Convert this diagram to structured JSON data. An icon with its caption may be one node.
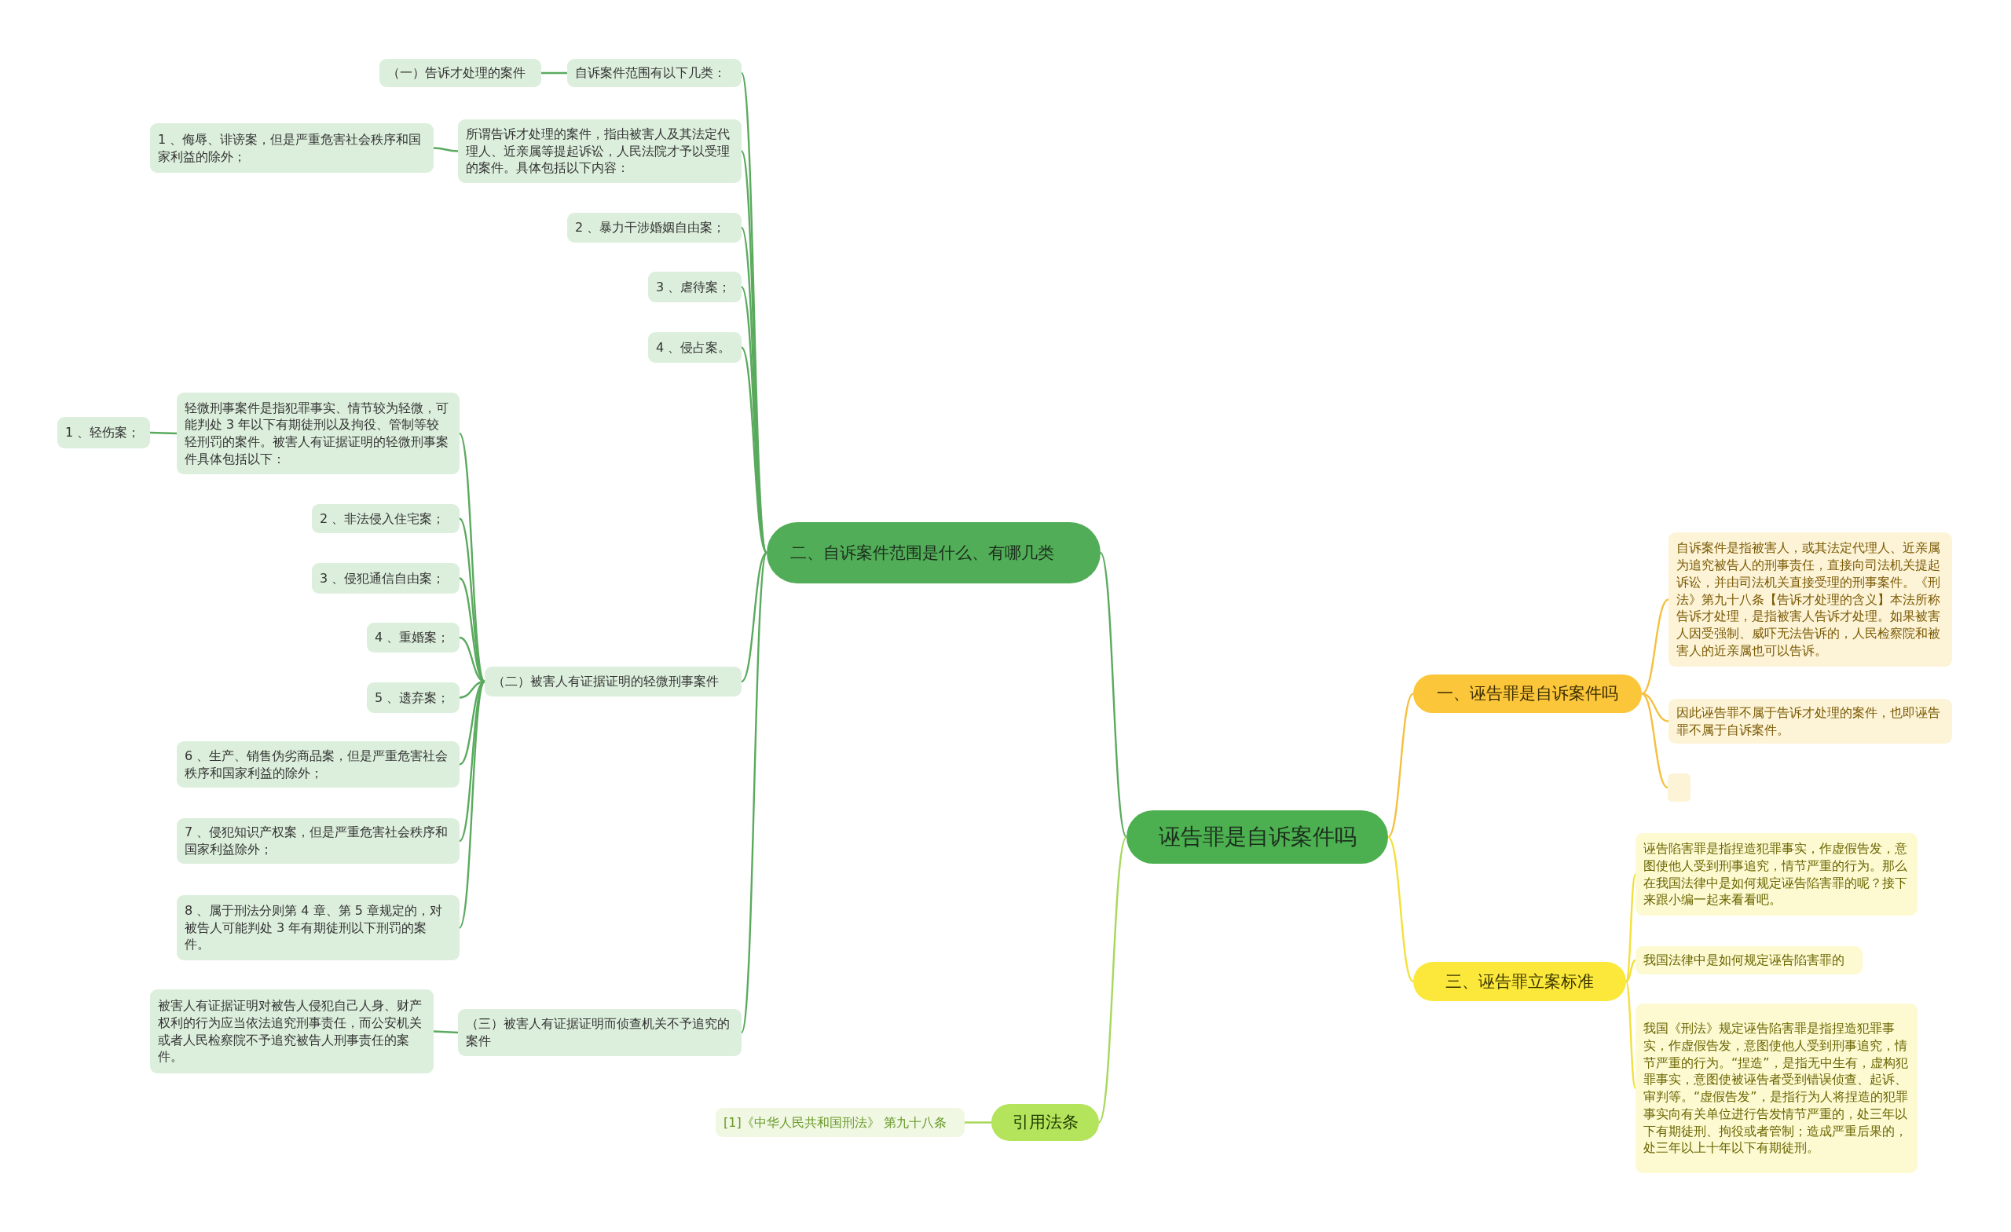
{
  "diagram": {
    "nodes": [
      {
        "text": [
          "诬告罪是自诉案件吗"
        ]
      },
      {
        "text": [
          "一、诬告罪是自诉案件吗"
        ]
      },
      {
        "text": [
          "自诉案件是指被害人，或其法定代理人、近亲属为追究被告人的刑事责任，直接向司法机关提起诉讼，并由司法机关直接受理的刑事案件。《刑法》第九十八条【告诉才处理的含义】本法所称告诉才处理，是指被害人告诉才处理。如果被害人因受强制、威吓无法告诉的，人民检察院和被害人的近亲属也可以告诉。"
        ]
      },
      {
        "text": [
          "因此诬告罪不属于告诉才处理的案件，也即诬告罪不属于自诉案件。"
        ]
      },
      {
        "text": [],
        "shape": "box"
      },
      {
        "text": [
          "三、诬告罪立案标准"
        ]
      },
      {
        "text": [
          "诬告陷害罪是指捏造犯罪事实，作虚假告发，意图使他人受到刑事追究，情节严重的行为。那么在我国法律中是如何规定诬告陷害罪的呢？接下来跟小编一起来看看吧。"
        ]
      },
      {
        "text": [
          "我国法律中是如何规定诬告陷害罪的"
        ]
      },
      {
        "text": [
          "我国《刑法》规定诬告陷害罪是指捏造犯罪事实，作虚假告发，意图使他人受到刑事追究，情节严重的行为。“捏造”，是指无中生有，虚构犯罪事实，意图使被诬告者受到错误侦查、起诉、审判等。“虚假告发”，是指行为人将捏造的犯罪事实向有关单位进行告发情节严重的，处三年以下有期徒刑、拘役或者管制；造成严重后果的，处三年以上十年以下有期徒刑。"
        ]
      },
      {
        "text": [
          "二、自诉案件范围是什么、有哪几类"
        ]
      },
      {
        "text": [
          "自诉案件范围有以下几类："
        ]
      },
      {
        "text": [
          "（一）告诉才处理的案件"
        ]
      },
      {
        "text": [
          "所谓告诉才处理的案件，指由被害人及其法定代理人、近亲属等提起诉讼，人民法院才予以受理的案件。具体包括以下内容："
        ]
      },
      {
        "text": [
          "1 、侮辱、诽谤案，但是严重危害社会秩序和国家利益的除外；"
        ]
      },
      {
        "text": [
          "2 、暴力干涉婚姻自由案；"
        ]
      },
      {
        "text": [
          "3 、虐待案；"
        ]
      },
      {
        "text": [
          "4 、侵占案。"
        ]
      },
      {
        "text": [
          "（二）被害人有证据证明的轻微刑事案件"
        ]
      },
      {
        "text": [
          "轻微刑事案件是指犯罪事实、情节较为轻微，可能判处 3 年以下有期徒刑以及拘役、管制等较轻刑罚的案件。被害人有证据证明的轻微刑事案件具体包括以下："
        ]
      },
      {
        "text": [
          "1 、轻伤案；"
        ]
      },
      {
        "text": [
          "2 、非法侵入住宅案；"
        ]
      },
      {
        "text": [
          "3 、侵犯通信自由案；"
        ]
      },
      {
        "text": [
          "4 、重婚案；"
        ]
      },
      {
        "text": [
          "5 、遗弃案；"
        ]
      },
      {
        "text": [
          "6 、生产、销售伪劣商品案，但是严重危害社会秩序和国家利益的除外；"
        ]
      },
      {
        "text": [
          "7 、侵犯知识产权案，但是严重危害社会秩序和国家利益除外；"
        ]
      },
      {
        "text": [
          "8 、属于刑法分则第 4 章、第 5 章规定的，对被告人可能判处 3 年有期徒刑以下刑罚的案件。"
        ]
      },
      {
        "text": [
          "（三）被害人有证据证明而侦查机关不予追究的案件"
        ]
      },
      {
        "text": [
          "被害人有证据证明对被告人侵犯自己人身、财产权利的行为应当依法追究刑事责任，而公安机关或者人民检察院不予追究被告人刑事责任的案件。"
        ]
      },
      {
        "text": [
          "引用法条"
        ]
      },
      {
        "text": [
          "[1]《中华人民共和国刑法》 第九十八条"
        ]
      }
    ],
    "edges": [
      {
        "from": 0,
        "to": 1,
        "arrow": "none",
        "color": "#f5c040"
      },
      {
        "from": 1,
        "to": 2,
        "arrow": "none",
        "color": "#f5c040"
      },
      {
        "from": 1,
        "to": 3,
        "arrow": "none",
        "color": "#f5c040"
      },
      {
        "from": 1,
        "to": 4,
        "arrow": "none",
        "color": "#f5c040"
      },
      {
        "from": 0,
        "to": 5,
        "arrow": "none",
        "color": "#f3e03a"
      },
      {
        "from": 5,
        "to": 6,
        "arrow": "none",
        "color": "#f3e03a"
      },
      {
        "from": 5,
        "to": 7,
        "arrow": "none",
        "color": "#f3e03a"
      },
      {
        "from": 5,
        "to": 8,
        "arrow": "none",
        "color": "#f3e03a"
      },
      {
        "from": 0,
        "to": 9,
        "arrow": "none"
      },
      {
        "from": 9,
        "to": 10,
        "arrow": "none"
      },
      {
        "from": 10,
        "to": 11,
        "arrow": "none"
      },
      {
        "from": 9,
        "to": 12,
        "arrow": "none"
      },
      {
        "from": 12,
        "to": 13,
        "arrow": "none"
      },
      {
        "from": 9,
        "to": 14,
        "arrow": "none"
      },
      {
        "from": 9,
        "to": 15,
        "arrow": "none"
      },
      {
        "from": 9,
        "to": 16,
        "arrow": "none"
      },
      {
        "from": 9,
        "to": 17,
        "arrow": "none"
      },
      {
        "from": 17,
        "to": 18,
        "arrow": "none"
      },
      {
        "from": 18,
        "to": 19,
        "arrow": "none"
      },
      {
        "from": 17,
        "to": 20,
        "arrow": "none"
      },
      {
        "from": 17,
        "to": 21,
        "arrow": "none"
      },
      {
        "from": 17,
        "to": 22,
        "arrow": "none"
      },
      {
        "from": 17,
        "to": 23,
        "arrow": "none"
      },
      {
        "from": 17,
        "to": 24,
        "arrow": "none"
      },
      {
        "from": 17,
        "to": 25,
        "arrow": "none"
      },
      {
        "from": 17,
        "to": 26,
        "arrow": "none"
      },
      {
        "from": 9,
        "to": 27,
        "arrow": "none"
      },
      {
        "from": 27,
        "to": 28,
        "arrow": "none"
      },
      {
        "from": 0,
        "to": 29,
        "arrow": "none",
        "color": "#a6d85a"
      },
      {
        "from": 29,
        "to": 30,
        "arrow": "none",
        "color": "#a6d85a"
      }
    ]
  }
}
